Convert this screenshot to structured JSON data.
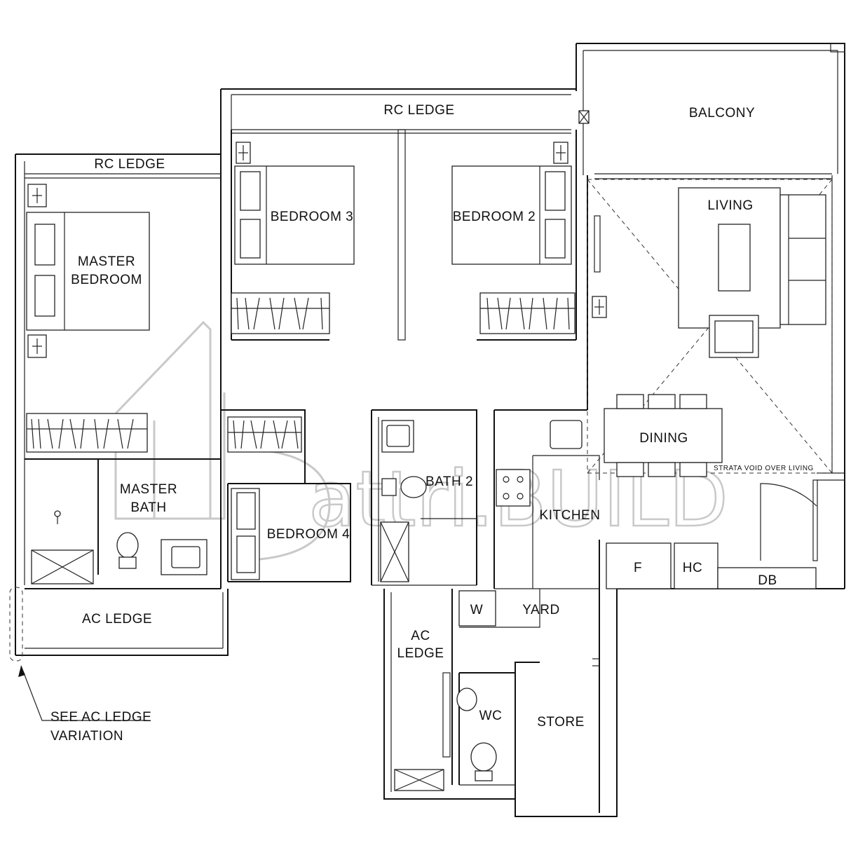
{
  "watermark": "attri.BUILD",
  "rooms": {
    "rc_ledge_top": "RC LEDGE",
    "rc_ledge_left": "RC LEDGE",
    "balcony": "BALCONY",
    "living": "LIVING",
    "bedroom3": "BEDROOM 3",
    "bedroom2": "BEDROOM 2",
    "master_bedroom_l1": "MASTER",
    "master_bedroom_l2": "BEDROOM",
    "master_bath_l1": "MASTER",
    "master_bath_l2": "BATH",
    "bath2": "BATH 2",
    "bedroom4": "BEDROOM 4",
    "dining": "DINING",
    "strata_void": "STRATA VOID OVER LIVING",
    "kitchen": "KITCHEN",
    "fridge": "F",
    "hc": "HC",
    "db": "DB",
    "w": "W",
    "yard": "YARD",
    "ac_ledge_bottom": "AC LEDGE",
    "ac_ledge_mid_l1": "AC",
    "ac_ledge_mid_l2": "LEDGE",
    "wc": "WC",
    "store": "STORE"
  },
  "notes": {
    "see_ac_l1": "SEE AC LEDGE",
    "see_ac_l2": "VARIATION"
  }
}
